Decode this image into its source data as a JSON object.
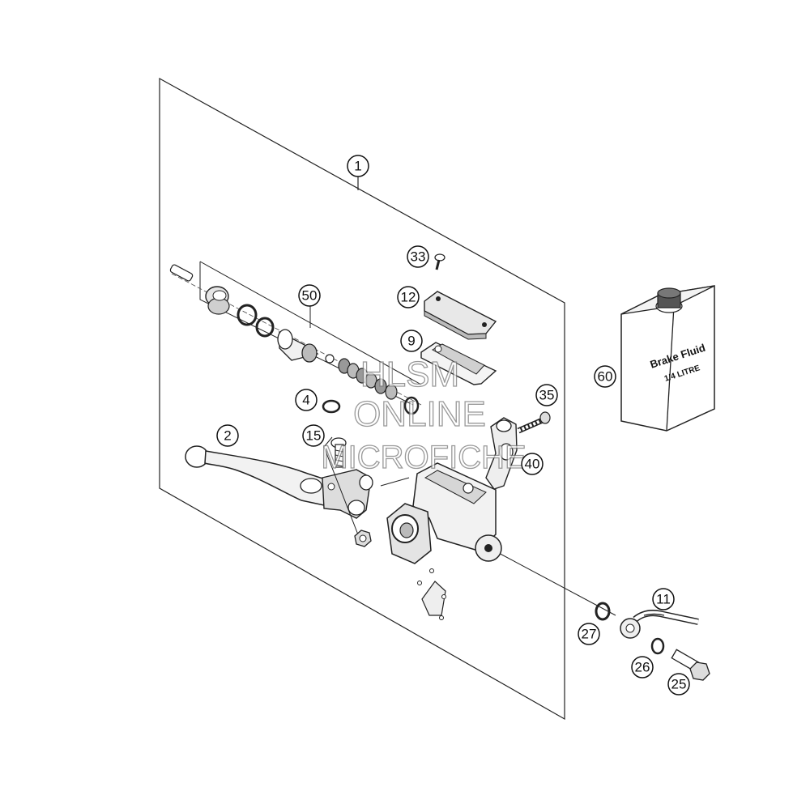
{
  "callouts": [
    "1",
    "2",
    "4",
    "9",
    "11",
    "12",
    "15",
    "25",
    "26",
    "27",
    "33",
    "35",
    "40",
    "50",
    "60"
  ],
  "watermark": {
    "line1": "HLSM",
    "line2": "ONLINE",
    "line3": "MICROFICHE"
  },
  "bottle_label": {
    "line1": "Brake Fluid",
    "line2": "1/4 LITRE"
  }
}
